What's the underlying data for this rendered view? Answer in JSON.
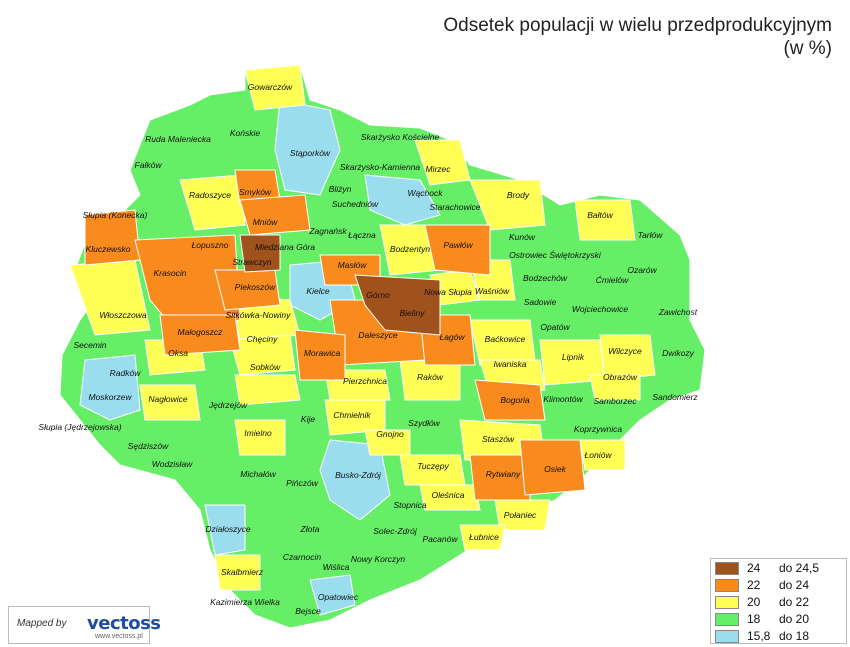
{
  "title_line1": "Odsetek populacji w wielu przedprodukcyjnym",
  "title_line2": "(w %)",
  "colors": {
    "c1": "#a0521c",
    "c2": "#f88a1e",
    "c3": "#ffff55",
    "c4": "#66ee66",
    "c5": "#99ddee"
  },
  "legend": [
    {
      "from": "24",
      "to": "do 24,5",
      "color": "#a0521c"
    },
    {
      "from": "22",
      "to": "do 24",
      "color": "#f88a1e"
    },
    {
      "from": "20",
      "to": "do 22",
      "color": "#ffff55"
    },
    {
      "from": "18",
      "to": "do 20",
      "color": "#66ee66"
    },
    {
      "from": "15,8",
      "to": "do 18",
      "color": "#99ddee"
    }
  ],
  "mapped_by": "Mapped by",
  "logo": "vectoss",
  "logo_url": "www.vectoss.pl",
  "labels": [
    "Gowarczów",
    "Ruda Maleniecka",
    "Końskie",
    "Stąporków",
    "Skarżysko Kościelne",
    "Fałków",
    "Skarżysko-Kamienna",
    "Mirzec",
    "Radoszyce",
    "Smyków",
    "Bliżyn",
    "Wąchock",
    "Suchedniów",
    "Starachowice",
    "Brody",
    "Słupia (Konecka)",
    "Mniów",
    "Zagnańsk",
    "Bałtów",
    "Łączna",
    "Kluczewsko",
    "Łopuszno",
    "Miedziana Góra",
    "Bodzentyn",
    "Pawłów",
    "Kunów",
    "Ostrowiec Świętokrzyski",
    "Tarłów",
    "Strawczyn",
    "Krasocin",
    "Masłów",
    "Ćmielów",
    "Ozarów",
    "Piekoszów",
    "Kielce",
    "Górno",
    "Nowa Słupia",
    "Waśniów",
    "Bodzechów",
    "Sadowie",
    "Wojciechowice",
    "Włoszczowa",
    "Sitkówka-Nowiny",
    "Bieliny",
    "Zawichost",
    "Małogoszcz",
    "Daleszyce",
    "Opatów",
    "Secemin",
    "Chęciny",
    "Łagów",
    "Baćkowice",
    "Oksa",
    "Morawica",
    "Iwaniska",
    "Lipnik",
    "Wilczyce",
    "Dwikozy",
    "Radków",
    "Sobków",
    "Pierzchnica",
    "Raków",
    "Obrazów",
    "Moskorzew",
    "Nagłowice",
    "Bogoria",
    "Klimontów",
    "Samborzec",
    "Sandomierz",
    "Jędrzejów",
    "Chmielnik",
    "Szydłów",
    "Słupia (Jędrzejowska)",
    "Kije",
    "Imielno",
    "Staszów",
    "Koprzywnica",
    "Gnojno",
    "Sędziszów",
    "Łoniów",
    "Wodzisław",
    "Tuczępy",
    "Rytwiany",
    "Osiek",
    "Michałów",
    "Pińczów",
    "Busko-Zdrój",
    "Oleśnica",
    "Stopnica",
    "Połaniec",
    "Działoszyce",
    "Złota",
    "Solec-Zdrój",
    "Pacanów",
    "Łubnice",
    "Czarnocin",
    "Wiślica",
    "Nowy Korczyn",
    "Skalbmierz",
    "Opatowiec",
    "Kazimierza Wielka",
    "Bejsce"
  ]
}
